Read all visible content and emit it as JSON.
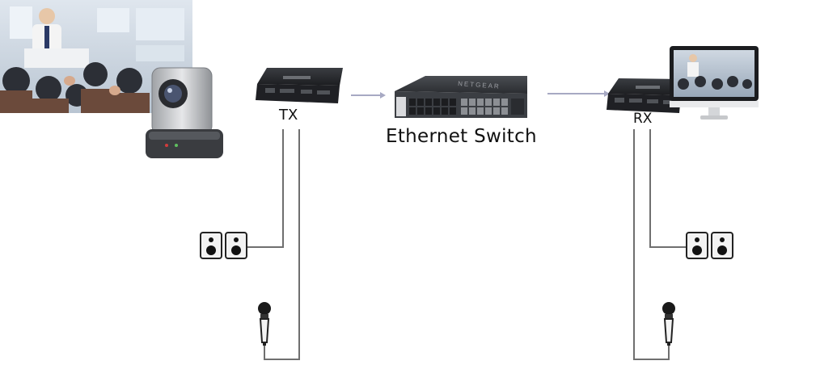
{
  "labels": {
    "tx": "TX",
    "rx": "RX",
    "switch": "Ethernet Switch"
  },
  "devices": {
    "switch_brand": "NETGEAR"
  },
  "colors": {
    "cable": "#6f6f6f",
    "arrow": "#a7a9c3",
    "device_body": "#2a2c30",
    "speaker_box": "#f2f2f2"
  },
  "icons": {
    "conference_photo": "presenter-audience-photo",
    "ptz_camera": "ptz-camera-icon",
    "tx_box": "transmitter-device-icon",
    "switch_box": "network-switch-icon",
    "rx_box": "receiver-device-icon",
    "monitor": "monitor-icon",
    "speakers": "speaker-pair-icon",
    "microphone": "microphone-icon"
  }
}
